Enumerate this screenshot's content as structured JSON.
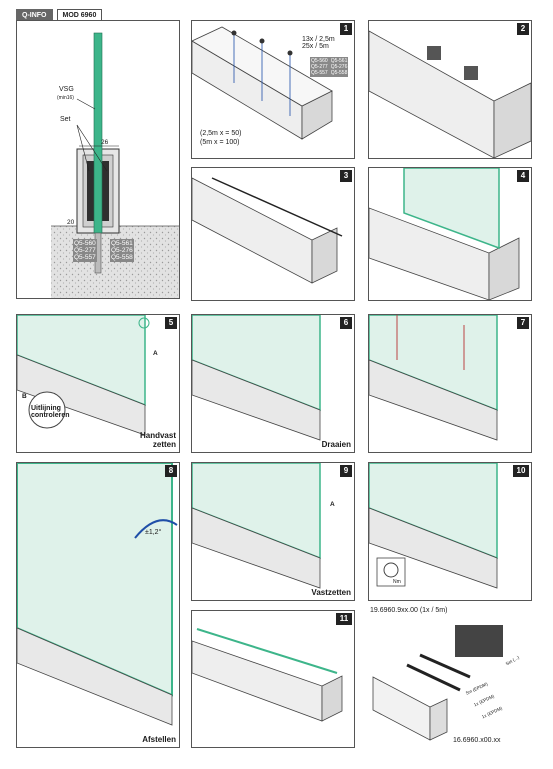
{
  "header": {
    "qinfo": "Q-INFO",
    "model": "MOD 6960"
  },
  "overview": {
    "vsg": "VSG",
    "vsg_sub": "(min16)",
    "set": "Set",
    "dim26": "26",
    "dim20": "20",
    "codes_left": [
      "Q5-560",
      "Q5-277",
      "Q5-557"
    ],
    "codes_right": [
      "Q5-561",
      "Q5-276",
      "Q5-558"
    ]
  },
  "steps": [
    {
      "num": "1",
      "text1": "13x / 2,5m",
      "text2": "25x / 5m",
      "codes": [
        "Q5-560",
        "Q5-561",
        "Q5-277",
        "Q5-276",
        "Q5-557",
        "Q5-558"
      ],
      "calc1": "(2,5m x = 50)",
      "calc2": "(5m x = 100)"
    },
    {
      "num": "2"
    },
    {
      "num": "3"
    },
    {
      "num": "4"
    },
    {
      "num": "5",
      "caption1": "Handvast",
      "caption2": "zetten",
      "marker_a": "A",
      "marker_b": "B",
      "check1": "Uitlijning",
      "check2": "controleren"
    },
    {
      "num": "6",
      "caption": "Draaien"
    },
    {
      "num": "7"
    },
    {
      "num": "8",
      "caption": "Afstellen",
      "angle": "±1,2°"
    },
    {
      "num": "9",
      "caption": "Vastzetten",
      "marker_a": "A"
    },
    {
      "num": "10",
      "nm": "Nm"
    },
    {
      "num": "11"
    }
  ],
  "parts": {
    "code_top": "19.6960.9xx.00 (1x / 5m)",
    "code_bottom": "16.6960.x00.xx",
    "labels": [
      "Set (...)",
      "5m (EPDM)",
      "1x (EPDM)",
      "1x (EPDM)"
    ]
  },
  "colors": {
    "glass": "#3db58a",
    "glass_fill": "#dff2ea",
    "profile": "#e8e8e8",
    "arrow": "#1f4fa8"
  }
}
